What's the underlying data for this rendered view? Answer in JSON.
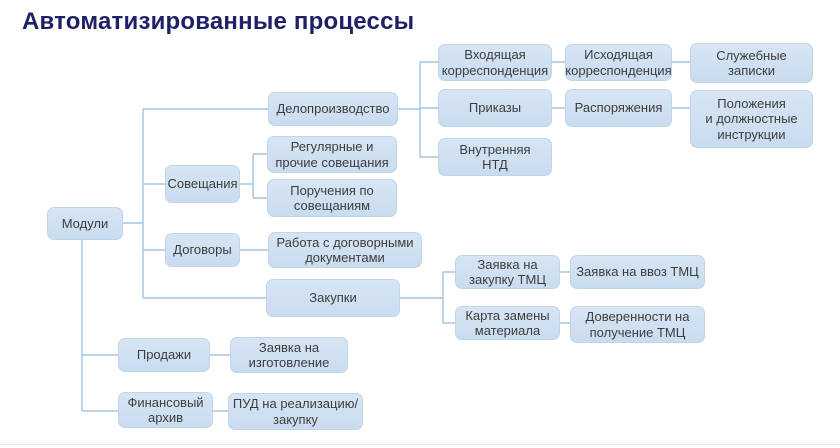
{
  "title": "Автоматизированные процессы",
  "colors": {
    "title-color": "#1F2167",
    "box-fill-top": "#D7E5F4",
    "box-fill-bottom": "#C9DCEF",
    "box-border": "#C0D5EA",
    "line-color": "#A3C4E4",
    "text-color": "#3D3D3D",
    "bg": "#FFFFFF",
    "footer-line": "#E7E7E7"
  },
  "diagram_type": "org-tree",
  "nodes": {
    "modules": "Модули",
    "records_management": "Делопроизводство",
    "meetings": "Совещания",
    "contracts": "Договоры",
    "procurement": "Закупки",
    "sales": "Продажи",
    "financial_archive": "Финансовый\nархив",
    "regular_meetings": "Регулярные и\nпрочие совещания",
    "meeting_assignments": "Поручения по\nсовещаниям",
    "contract_documents": "Работа с договорными\nдокументами",
    "incoming_mail": "Входящая\nкорреспонденция",
    "outgoing_mail": "Исходящая\nкорреспонденция",
    "memos": "Служебные\nзаписки",
    "orders": "Приказы",
    "directives": "Распоряжения",
    "regulations": "Положения\nи должностные\nинструкции",
    "internal_ntd": "Внутренняя\nНТД",
    "purchase_request": "Заявка на\nзакупку ТМЦ",
    "import_request": "Заявка на ввоз ТМЦ",
    "replacement_card": "Карта замены\nматериала",
    "power_of_attorney": "Доверенности на\nполучение ТМЦ",
    "manufacturing_request": "Заявка на\nизготовление",
    "pud": "ПУД на реализацию/\nзакупку"
  },
  "hierarchy": {
    "root": "Модули",
    "branches": [
      {
        "parent": "Делопроизводство",
        "children": [
          "Входящая корреспонденция > Исходящая корреспонденция > Служебные записки",
          "Приказы > Распоряжения > Положения и должностные инструкции",
          "Внутренняя НТД"
        ]
      },
      {
        "parent": "Совещания",
        "children": [
          "Регулярные и прочие совещания",
          "Поручения по совещаниям"
        ]
      },
      {
        "parent": "Договоры",
        "children": [
          "Работа с договорными документами"
        ]
      },
      {
        "parent": "Закупки",
        "children": [
          "Заявка на закупку ТМЦ > Заявка на ввоз ТМЦ",
          "Карта замены материала > Доверенности на получение ТМЦ"
        ]
      },
      {
        "parent": "Продажи",
        "children": [
          "Заявка на изготовление"
        ]
      },
      {
        "parent": "Финансовый архив",
        "children": [
          "ПУД на реализацию/закупку"
        ]
      }
    ]
  }
}
